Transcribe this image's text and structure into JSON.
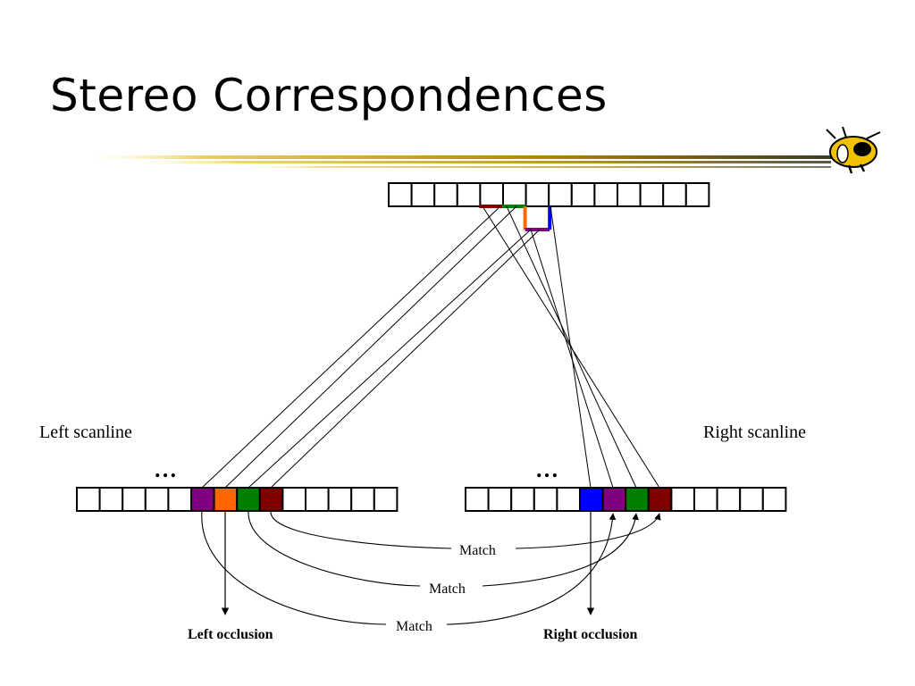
{
  "slide": {
    "title": "Stereo Correspondences"
  },
  "diagram": {
    "left_label": "Left scanline",
    "right_label": "Right scanline",
    "ellipsis": "…",
    "left_occlusion": "Left  occlusion",
    "right_occlusion": "Right  occlusion",
    "match_labels": [
      "Match",
      "Match",
      "Match"
    ]
  },
  "colors": {
    "purple": "#800080",
    "orange": "#ff6600",
    "green": "#008000",
    "darkred": "#800000",
    "blue": "#0000ff",
    "title_bar": "#c8a000"
  },
  "icons": {
    "mascot": "yellow-jacket-mascot-icon"
  }
}
